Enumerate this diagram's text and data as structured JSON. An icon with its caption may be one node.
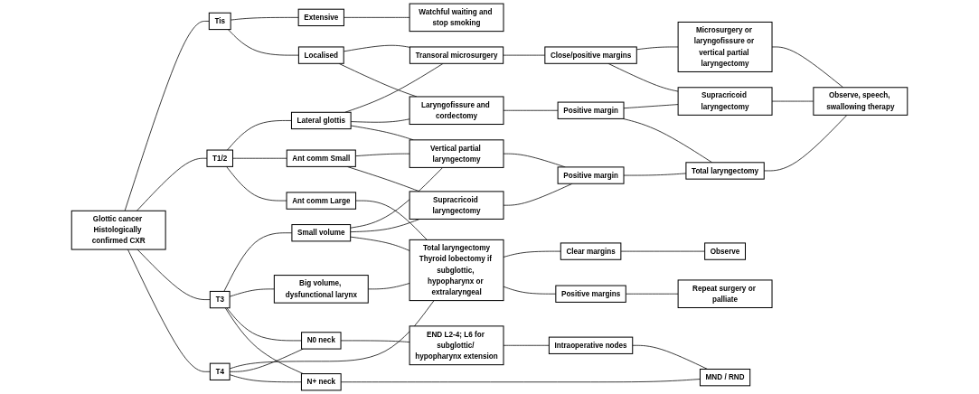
{
  "diagram": {
    "nodes": [
      {
        "text": [
          "Glottic cancer Histologically confirmed CXR"
        ]
      },
      {
        "text": [
          "Tis"
        ]
      },
      {
        "text": [
          "T1/2"
        ]
      },
      {
        "text": [
          "T3"
        ]
      },
      {
        "text": [
          "T4"
        ]
      },
      {
        "text": [
          "Extensive"
        ]
      },
      {
        "text": [
          "Localised"
        ]
      },
      {
        "text": [
          "Lateral glottis"
        ]
      },
      {
        "text": [
          "Ant comm Small"
        ]
      },
      {
        "text": [
          "Ant comm Large"
        ]
      },
      {
        "text": [
          "Small volume"
        ]
      },
      {
        "text": [
          "Big volume, dysfunctional larynx"
        ]
      },
      {
        "text": [
          "N0 neck"
        ]
      },
      {
        "text": [
          "N+ neck"
        ]
      },
      {
        "text": [
          "Watchful waiting and stop smoking"
        ]
      },
      {
        "text": [
          "Transoral microsurgery"
        ]
      },
      {
        "text": [
          "Laryngofissure and cordectomy"
        ]
      },
      {
        "text": [
          "Vertical partial laryngectomy"
        ]
      },
      {
        "text": [
          "Supracricoid laryngectomy"
        ]
      },
      {
        "text": [
          "Total laryngectomy",
          "Thyroid lobectomy if subglottic, hypopharynx or extralaryngeal"
        ]
      },
      {
        "text": [
          "END L2-4; L6 for subglottic/ hypopharynx extension"
        ]
      },
      {
        "text": [
          "Close/positive margins"
        ]
      },
      {
        "text": [
          "Positive margin"
        ]
      },
      {
        "text": [
          "Positive margin"
        ]
      },
      {
        "text": [
          "Clear margins"
        ]
      },
      {
        "text": [
          "Positive margins"
        ]
      },
      {
        "text": [
          "Intraoperative nodes"
        ]
      },
      {
        "text": [
          "Microsurgery or laryngofissure or vertical partial laryngectomy"
        ]
      },
      {
        "text": [
          "Supracricoid laryngectomy"
        ]
      },
      {
        "text": [
          "Total laryngectomy"
        ]
      },
      {
        "text": [
          "Observe"
        ]
      },
      {
        "text": [
          "Repeat surgery or palliate"
        ]
      },
      {
        "text": [
          "Observe, speech, swallowing therapy"
        ]
      },
      {
        "text": [
          "MND / RND"
        ]
      }
    ],
    "edges": [
      {
        "from": 0,
        "to": 1,
        "arrow": "none"
      },
      {
        "from": 0,
        "to": 2,
        "arrow": "none"
      },
      {
        "from": 0,
        "to": 3,
        "arrow": "none"
      },
      {
        "from": 0,
        "to": 4,
        "arrow": "none"
      },
      {
        "from": 1,
        "to": 5,
        "arrow": "none"
      },
      {
        "from": 1,
        "to": 6,
        "arrow": "none"
      },
      {
        "from": 2,
        "to": 7,
        "arrow": "none"
      },
      {
        "from": 2,
        "to": 8,
        "arrow": "none"
      },
      {
        "from": 2,
        "to": 9,
        "arrow": "none"
      },
      {
        "from": 3,
        "to": 10,
        "arrow": "none"
      },
      {
        "from": 3,
        "to": 11,
        "arrow": "none"
      },
      {
        "from": 3,
        "to": 12,
        "arrow": "none"
      },
      {
        "from": 3,
        "to": 13,
        "arrow": "none"
      },
      {
        "from": 4,
        "to": 19,
        "arrow": "none"
      },
      {
        "from": 4,
        "to": 12,
        "arrow": "none"
      },
      {
        "from": 4,
        "to": 13,
        "arrow": "none"
      },
      {
        "from": 5,
        "to": 14,
        "arrow": "none"
      },
      {
        "from": 6,
        "to": 15,
        "arrow": "none"
      },
      {
        "from": 6,
        "to": 16,
        "arrow": "none"
      },
      {
        "from": 7,
        "to": 15,
        "arrow": "none"
      },
      {
        "from": 7,
        "to": 16,
        "arrow": "none"
      },
      {
        "from": 7,
        "to": 17,
        "arrow": "none"
      },
      {
        "from": 8,
        "to": 17,
        "arrow": "none"
      },
      {
        "from": 8,
        "to": 18,
        "arrow": "none"
      },
      {
        "from": 9,
        "to": 19,
        "arrow": "none"
      },
      {
        "from": 10,
        "to": 17,
        "arrow": "none"
      },
      {
        "from": 10,
        "to": 18,
        "arrow": "none"
      },
      {
        "from": 10,
        "to": 19,
        "arrow": "none"
      },
      {
        "from": 11,
        "to": 19,
        "arrow": "none"
      },
      {
        "from": 12,
        "to": 20,
        "arrow": "none"
      },
      {
        "from": 13,
        "to": 33,
        "arrow": "none"
      },
      {
        "from": 15,
        "to": 21,
        "arrow": "none"
      },
      {
        "from": 16,
        "to": 22,
        "arrow": "none"
      },
      {
        "from": 17,
        "to": 23,
        "arrow": "none"
      },
      {
        "from": 18,
        "to": 23,
        "arrow": "none"
      },
      {
        "from": 19,
        "to": 24,
        "arrow": "none"
      },
      {
        "from": 19,
        "to": 25,
        "arrow": "none"
      },
      {
        "from": 20,
        "to": 26,
        "arrow": "none"
      },
      {
        "from": 21,
        "to": 27,
        "arrow": "none"
      },
      {
        "from": 21,
        "to": 28,
        "arrow": "none"
      },
      {
        "from": 22,
        "to": 28,
        "arrow": "none"
      },
      {
        "from": 22,
        "to": 29,
        "arrow": "none"
      },
      {
        "from": 23,
        "to": 29,
        "arrow": "none"
      },
      {
        "from": 24,
        "to": 30,
        "arrow": "none"
      },
      {
        "from": 25,
        "to": 31,
        "arrow": "none"
      },
      {
        "from": 26,
        "to": 33,
        "arrow": "none"
      },
      {
        "from": 27,
        "to": 32,
        "arrow": "none"
      },
      {
        "from": 28,
        "to": 32,
        "arrow": "none"
      },
      {
        "from": 29,
        "to": 32,
        "arrow": "none"
      }
    ]
  }
}
